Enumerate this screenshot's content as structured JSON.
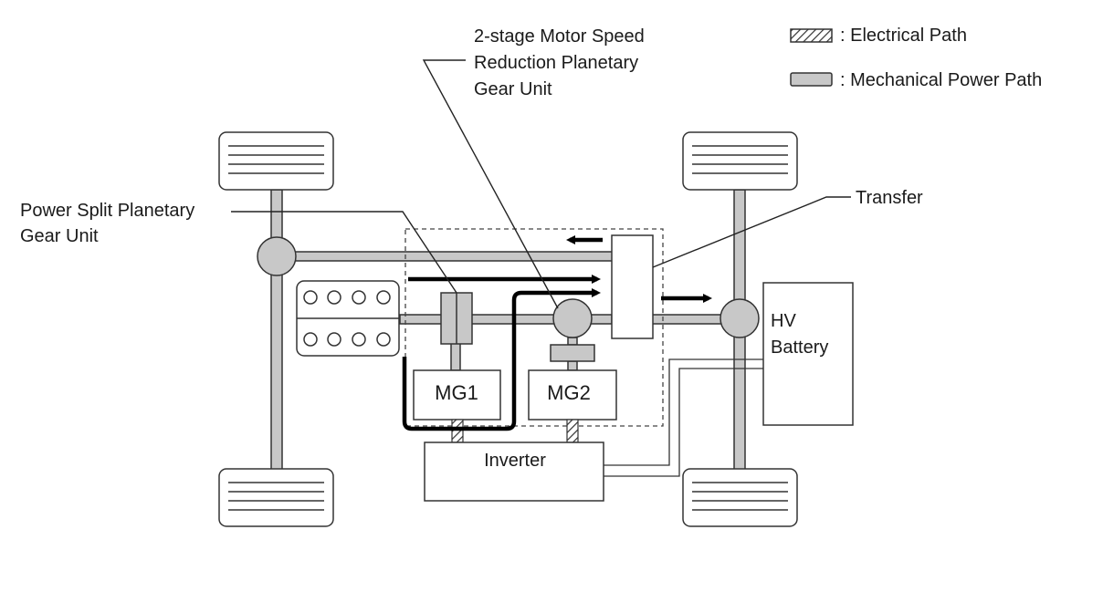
{
  "legend": {
    "electrical": ": Electrical Path",
    "mechanical": ": Mechanical Power Path"
  },
  "labels": {
    "reduction_line1": "2-stage Motor Speed",
    "reduction_line2": "Reduction Planetary",
    "reduction_line3": "Gear Unit",
    "power_split_line1": "Power Split Planetary",
    "power_split_line2": "Gear Unit",
    "transfer": "Transfer"
  },
  "components": {
    "mg1": "MG1",
    "mg2": "MG2",
    "inverter": "Inverter",
    "battery_line1": "HV",
    "battery_line2": "Battery"
  },
  "colors": {
    "mechanical_fill": "#c8c8c8",
    "outline": "#333333",
    "arrow": "#000000"
  }
}
